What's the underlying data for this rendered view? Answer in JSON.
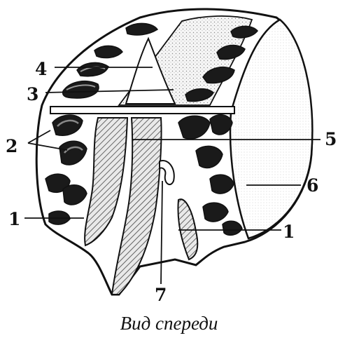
{
  "labels": {
    "l1_left": "1",
    "l1_right": "1",
    "l2": "2",
    "l3": "3",
    "l4": "4",
    "l5": "5",
    "l6": "6",
    "l7": "7"
  },
  "caption": "Вид спереди"
}
